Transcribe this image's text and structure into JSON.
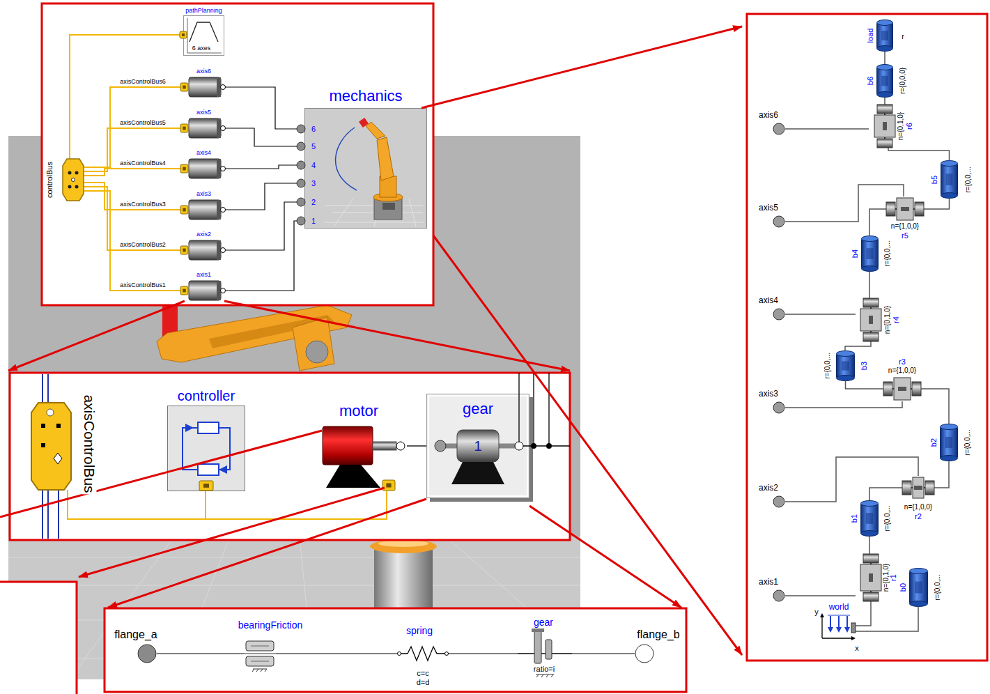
{
  "diagram": {
    "nodes": [
      {
        "text": [
          "pathPlanning",
          "6 axes"
        ]
      },
      {
        "text": [
          "controlBus"
        ]
      },
      {
        "text": [
          "axis6"
        ]
      },
      {
        "text": [
          "axis5"
        ]
      },
      {
        "text": [
          "axis4"
        ]
      },
      {
        "text": [
          "axis3"
        ]
      },
      {
        "text": [
          "axis2"
        ]
      },
      {
        "text": [
          "axis1"
        ]
      },
      {
        "text": [
          "mechanics",
          "6",
          "5",
          "4",
          "3",
          "2",
          "1"
        ]
      },
      {
        "text": [
          "axisControlBus"
        ]
      },
      {
        "text": [
          "controller"
        ]
      },
      {
        "text": [
          "motor"
        ]
      },
      {
        "text": [
          "gear",
          "1"
        ]
      },
      {
        "text": [
          "flange_a"
        ]
      },
      {
        "text": [
          "bearingFriction"
        ]
      },
      {
        "text": [
          "spring",
          "c=c",
          "d=d"
        ]
      },
      {
        "text": [
          "gear",
          "ratio=i"
        ]
      },
      {
        "text": [
          "flange_b"
        ]
      },
      {
        "text": [
          "load",
          "r"
        ]
      },
      {
        "text": [
          "b6",
          "r={0,0,0}"
        ]
      },
      {
        "text": [
          "r6",
          "n={0,1,0}"
        ]
      },
      {
        "text": [
          "axis6"
        ]
      },
      {
        "text": [
          "b5",
          "r={0,0,..."
        ]
      },
      {
        "text": [
          "r5",
          "n={1,0,0}"
        ]
      },
      {
        "text": [
          "axis5"
        ]
      },
      {
        "text": [
          "b4",
          "r={0,0,..."
        ]
      },
      {
        "text": [
          "r4",
          "n={0,1,0}"
        ]
      },
      {
        "text": [
          "axis4"
        ]
      },
      {
        "text": [
          "b3",
          "r={0,0,..."
        ]
      },
      {
        "text": [
          "r3",
          "n={1,0,0}"
        ]
      },
      {
        "text": [
          "axis3"
        ]
      },
      {
        "text": [
          "b2",
          "r={0,0,..."
        ]
      },
      {
        "text": [
          "r2",
          "n={1,0,0}"
        ]
      },
      {
        "text": [
          "axis2"
        ]
      },
      {
        "text": [
          "b1",
          "r={0,0,..."
        ]
      },
      {
        "text": [
          "r1",
          "n={0,1,0}"
        ]
      },
      {
        "text": [
          "axis1"
        ]
      },
      {
        "text": [
          "b0",
          "r={0,0,..."
        ]
      },
      {
        "text": [
          "world",
          "y",
          "x"
        ]
      }
    ],
    "edges": [
      {
        "from": 1,
        "to": 0,
        "arrow": "none"
      },
      {
        "from": 1,
        "to": 2,
        "label": "axisControlBus6",
        "arrow": "none"
      },
      {
        "from": 1,
        "to": 3,
        "label": "axisControlBus5",
        "arrow": "none"
      },
      {
        "from": 1,
        "to": 4,
        "label": "axisControlBus4",
        "arrow": "none"
      },
      {
        "from": 1,
        "to": 5,
        "label": "axisControlBus3",
        "arrow": "none"
      },
      {
        "from": 1,
        "to": 6,
        "label": "axisControlBus2",
        "arrow": "none"
      },
      {
        "from": 1,
        "to": 7,
        "label": "axisControlBus1",
        "arrow": "none"
      },
      {
        "from": 2,
        "to": 8,
        "arrow": "none"
      },
      {
        "from": 3,
        "to": 8,
        "arrow": "none"
      },
      {
        "from": 4,
        "to": 8,
        "arrow": "none"
      },
      {
        "from": 5,
        "to": 8,
        "arrow": "none"
      },
      {
        "from": 6,
        "to": 8,
        "arrow": "none"
      },
      {
        "from": 7,
        "to": 8,
        "arrow": "none"
      },
      {
        "from": 9,
        "to": 10,
        "arrow": "none"
      },
      {
        "from": 9,
        "to": 11,
        "arrow": "none"
      },
      {
        "from": 11,
        "to": 12,
        "arrow": "none"
      },
      {
        "from": 13,
        "to": 14,
        "arrow": "none"
      },
      {
        "from": 14,
        "to": 15,
        "arrow": "none"
      },
      {
        "from": 15,
        "to": 16,
        "arrow": "none"
      },
      {
        "from": 16,
        "to": 17,
        "arrow": "none"
      },
      {
        "from": 18,
        "to": 19,
        "arrow": "none"
      },
      {
        "from": 19,
        "to": 20,
        "arrow": "none"
      },
      {
        "from": 21,
        "to": 20,
        "arrow": "none"
      },
      {
        "from": 20,
        "to": 22,
        "arrow": "none"
      },
      {
        "from": 22,
        "to": 23,
        "arrow": "none"
      },
      {
        "from": 24,
        "to": 23,
        "arrow": "none"
      },
      {
        "from": 23,
        "to": 25,
        "arrow": "none"
      },
      {
        "from": 25,
        "to": 26,
        "arrow": "none"
      },
      {
        "from": 27,
        "to": 26,
        "arrow": "none"
      },
      {
        "from": 26,
        "to": 28,
        "arrow": "none"
      },
      {
        "from": 28,
        "to": 29,
        "arrow": "none"
      },
      {
        "from": 30,
        "to": 29,
        "arrow": "none"
      },
      {
        "from": 29,
        "to": 31,
        "arrow": "none"
      },
      {
        "from": 31,
        "to": 32,
        "arrow": "none"
      },
      {
        "from": 33,
        "to": 32,
        "arrow": "none"
      },
      {
        "from": 32,
        "to": 34,
        "arrow": "none"
      },
      {
        "from": 34,
        "to": 35,
        "arrow": "none"
      },
      {
        "from": 36,
        "to": 35,
        "arrow": "none"
      },
      {
        "from": 38,
        "to": 35,
        "arrow": "none"
      },
      {
        "from": 38,
        "to": 37,
        "arrow": "none"
      }
    ]
  }
}
